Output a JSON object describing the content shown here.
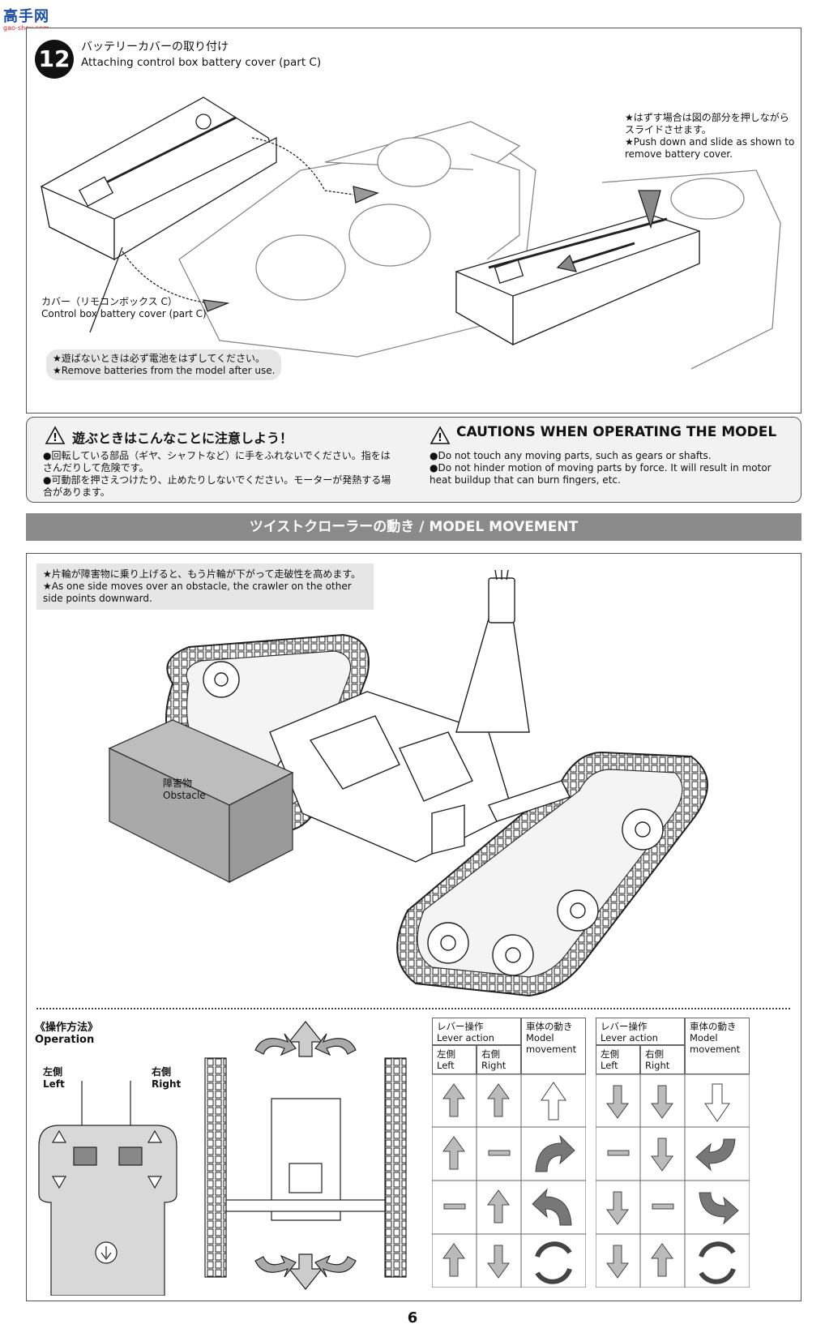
{
  "watermark": {
    "logo_chars": "高手网",
    "url": "gao-shou.com"
  },
  "step12": {
    "number": "12",
    "title_jp": "バッテリーカバーの取り付け",
    "title_en": "Attaching control box battery cover (part C)",
    "note_jp": "★はずす場合は図の部分を押しながらスライドさせます。",
    "note_en": "★Push down and slide as shown to remove battery cover.",
    "callout_jp": "カバー（リモコンボックス C）",
    "callout_en": "Control box battery cover (part C)",
    "warn_jp": "★遊ばないときは必ず電池をはずしてください。",
    "warn_en": "★Remove batteries from the model after use."
  },
  "cautions": {
    "title_jp": "遊ぶときはこんなことに注意しよう！",
    "item1_jp": "●回転している部品（ギヤ、シャフトなど）に手をふれないでください。指をはさんだりして危険です。",
    "item2_jp": "●可動部を押さえつけたり、止めたりしないでください。モーターが発熱する場合があります。",
    "title_en": "CAUTIONS WHEN OPERATING THE MODEL",
    "item1_en": "●Do not touch any moving parts, such as gears or shafts.",
    "item2_en": "●Do not hinder motion of moving parts by force. It will result in motor heat buildup that can burn fingers, etc."
  },
  "movement": {
    "banner": "ツイストクローラーの動き / MODEL MOVEMENT",
    "note_jp": "★片輪が障害物に乗り上げると、もう片輪が下がって走破性を高めます。",
    "note_en": "★As one side moves over an obstacle, the crawler on the other side points downward.",
    "obstacle_jp": "障害物",
    "obstacle_en": "Obstacle"
  },
  "operation": {
    "title_jp": "《操作方法》",
    "title_en": "Operation",
    "left_jp": "左側",
    "left_en": "Left",
    "right_jp": "右側",
    "right_en": "Right",
    "table": {
      "lever_jp": "レバー操作",
      "lever_en": "Lever action",
      "move_jp": "車体の動き",
      "move_en": "Model movement",
      "left_jp": "左側",
      "left_en": "Left",
      "right_jp": "右側",
      "right_en": "Right"
    }
  },
  "page_number": "6"
}
